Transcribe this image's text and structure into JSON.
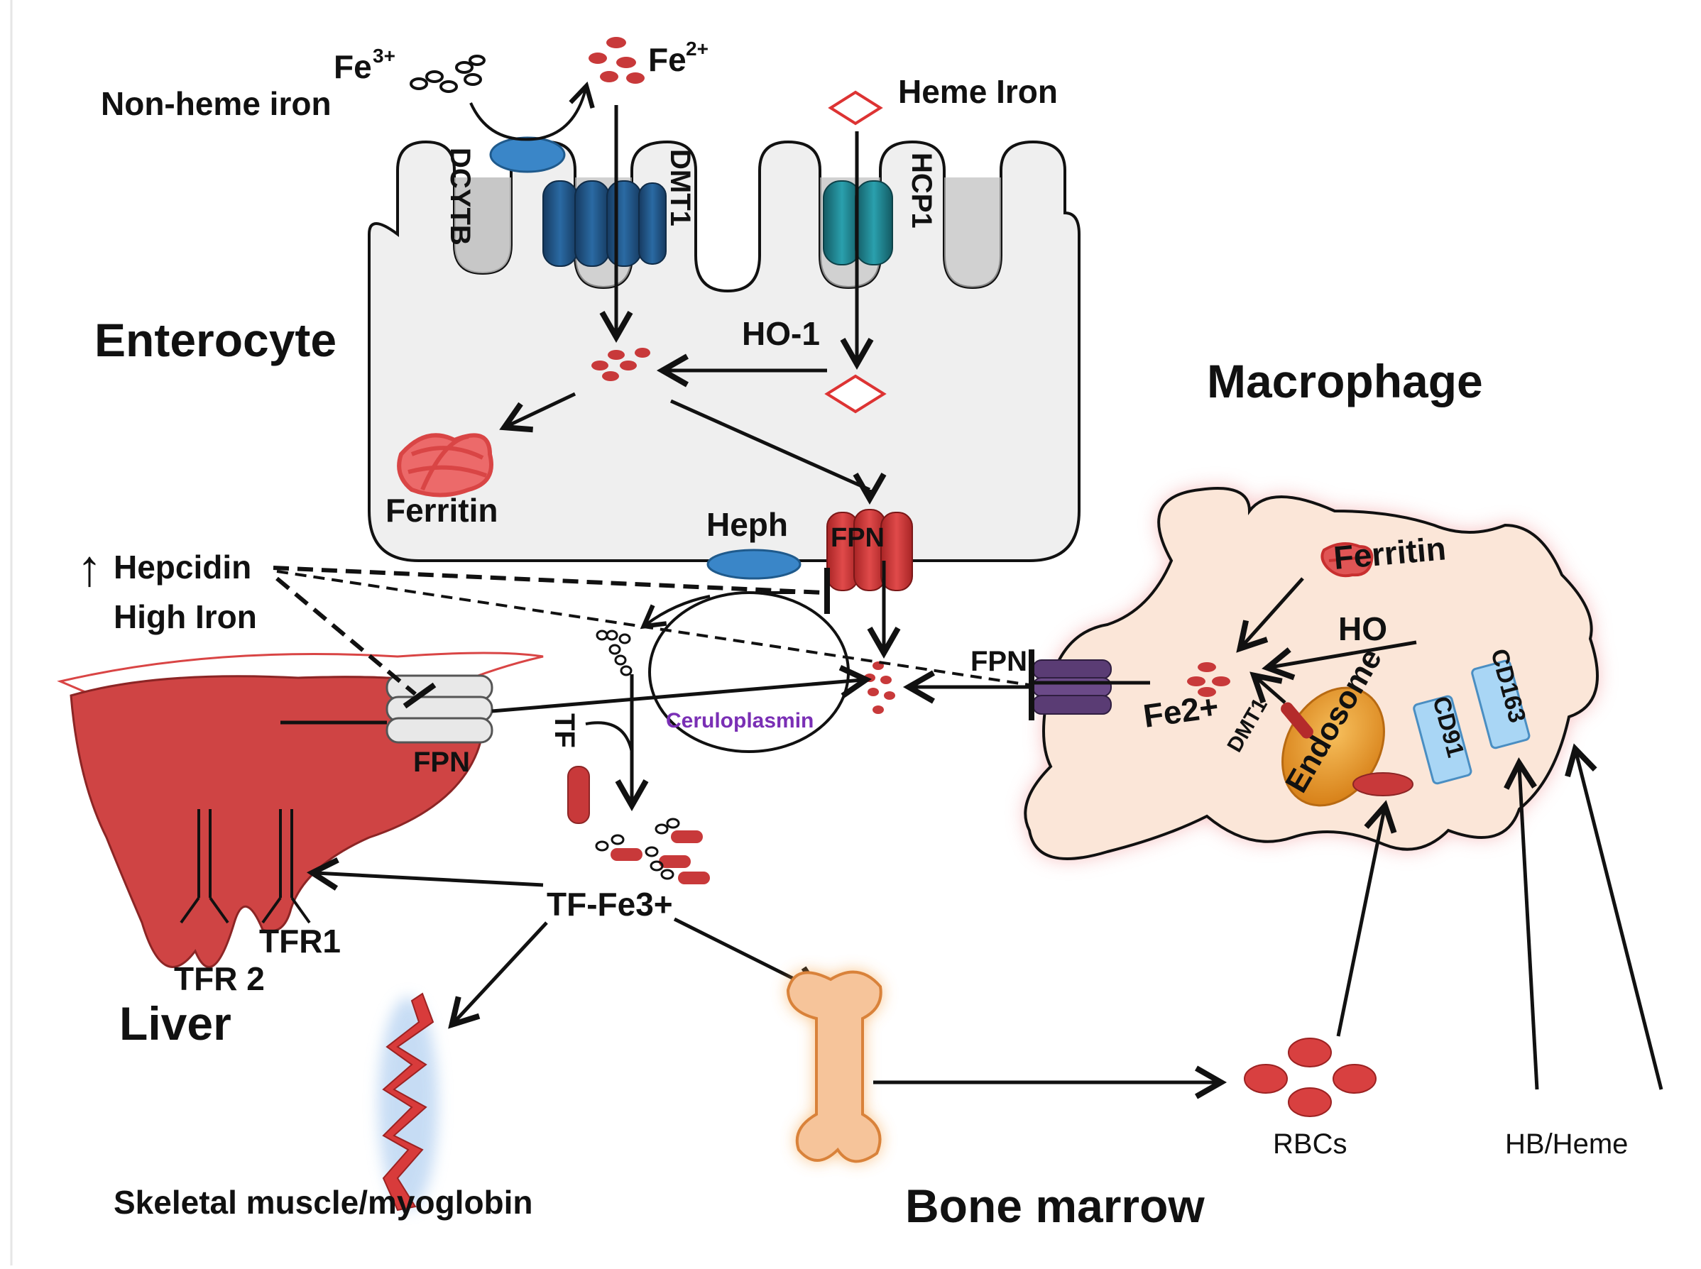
{
  "labels": {
    "fe3": "Fe",
    "fe3_sup": "3+",
    "non_heme": "Non-heme iron",
    "fe2": "Fe",
    "fe2_sup": "2+",
    "heme_iron": "Heme Iron",
    "dcytb": "DCYTB",
    "dmt1": "DMT1",
    "hcp1": "HCP1",
    "enterocyte": "Enterocyte",
    "ho1": "HO-1",
    "ferritin_ent": "Ferritin",
    "heph": "Heph",
    "fpn_ent": "FPN",
    "hepcidin_arrow": "↑",
    "hepcidin": "Hepcidin",
    "high_iron": "High Iron",
    "macrophage": "Macrophage",
    "ferritin_mac": "Ferritin",
    "ho_mac": "HO",
    "fpn_mac": "FPN",
    "fe2plus": "Fe2+",
    "dmt1_mac": "DMT1",
    "endosome": "Endosome",
    "cd91": "CD91",
    "cd163": "CD163",
    "ceruloplasmin": "Ceruloplasmin",
    "tf": "TF",
    "tf_fe3": "TF-Fe3+",
    "fpn_liver": "FPN",
    "tfr1": "TFR1",
    "tfr2": "TFR 2",
    "liver": "Liver",
    "skeletal": "Skeletal muscle/myoglobin",
    "bone_marrow": "Bone marrow",
    "rbcs": "RBCs",
    "hb_heme": "HB/Heme"
  },
  "colors": {
    "red": "#c8393a",
    "enterocyte_fill": "#efefef",
    "macrophage_fill": "#fbe6d8",
    "macrophage_glow": "#f3a0a0",
    "dmt1_blue": "#1f4f7f",
    "hcp1_teal": "#1c7f8a",
    "dcytb_blue": "#3a86c8",
    "fpn_mac": "#5a3c74",
    "ceruloplasmin": "#7a2fb5",
    "endosome": "#e49a2c",
    "cd_box": "#a9d6f5",
    "bone": "#f6c49a"
  },
  "icons": [
    "ferritin-icon",
    "heme-diamond-icon",
    "fe2-ion-cluster-icon",
    "fe3-ion-cluster-icon",
    "bone-icon",
    "muscle-icon",
    "liver-icon",
    "rbc-icon",
    "receptor-icon"
  ]
}
